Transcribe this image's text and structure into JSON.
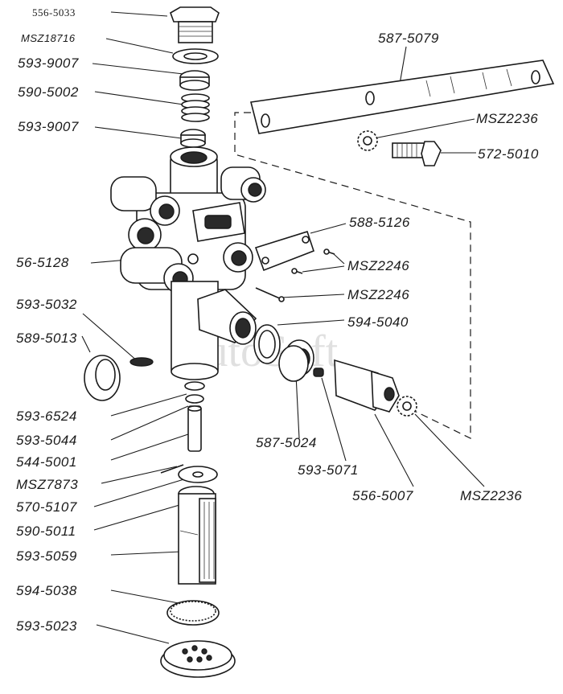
{
  "watermark": "AutoSoft",
  "labels": {
    "l01": "556-5033",
    "l02": "MSZ18716",
    "l03": "593-9007",
    "l04": "590-5002",
    "l05": "593-9007",
    "l06": "587-5079",
    "l07": "MSZ2236",
    "l08": "572-5010",
    "l09": "588-5126",
    "l10": "56-5128",
    "l11": "MSZ2246",
    "l12": "MSZ2246",
    "l13": "593-5032",
    "l14": "594-5040",
    "l15": "589-5013",
    "l16": "593-6524",
    "l17": "593-5044",
    "l18": "587-5024",
    "l19": "544-5001",
    "l20": "593-5071",
    "l21": "MSZ7873",
    "l22": "556-5007",
    "l23": "MSZ2236",
    "l24": "570-5107",
    "l25": "590-5011",
    "l26": "593-5059",
    "l27": "594-5038",
    "l28": "593-5023"
  }
}
